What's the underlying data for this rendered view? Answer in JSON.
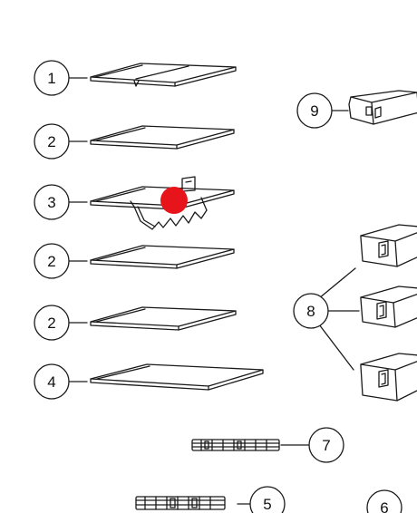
{
  "diagram": {
    "callouts": {
      "c1": "1",
      "c2a": "2",
      "c3": "3",
      "c2b": "2",
      "c2c": "2",
      "c4": "4",
      "c9": "9",
      "c8": "8",
      "c7": "7",
      "c5": "5",
      "c6": "6"
    },
    "colors": {
      "line": "#1a1a1a",
      "marker": "#e8141c",
      "background": "#ffffff"
    },
    "icons": [
      "glass-shelf",
      "shelf-with-wire-rack",
      "door-bin",
      "trim-strip",
      "red-marker"
    ]
  }
}
